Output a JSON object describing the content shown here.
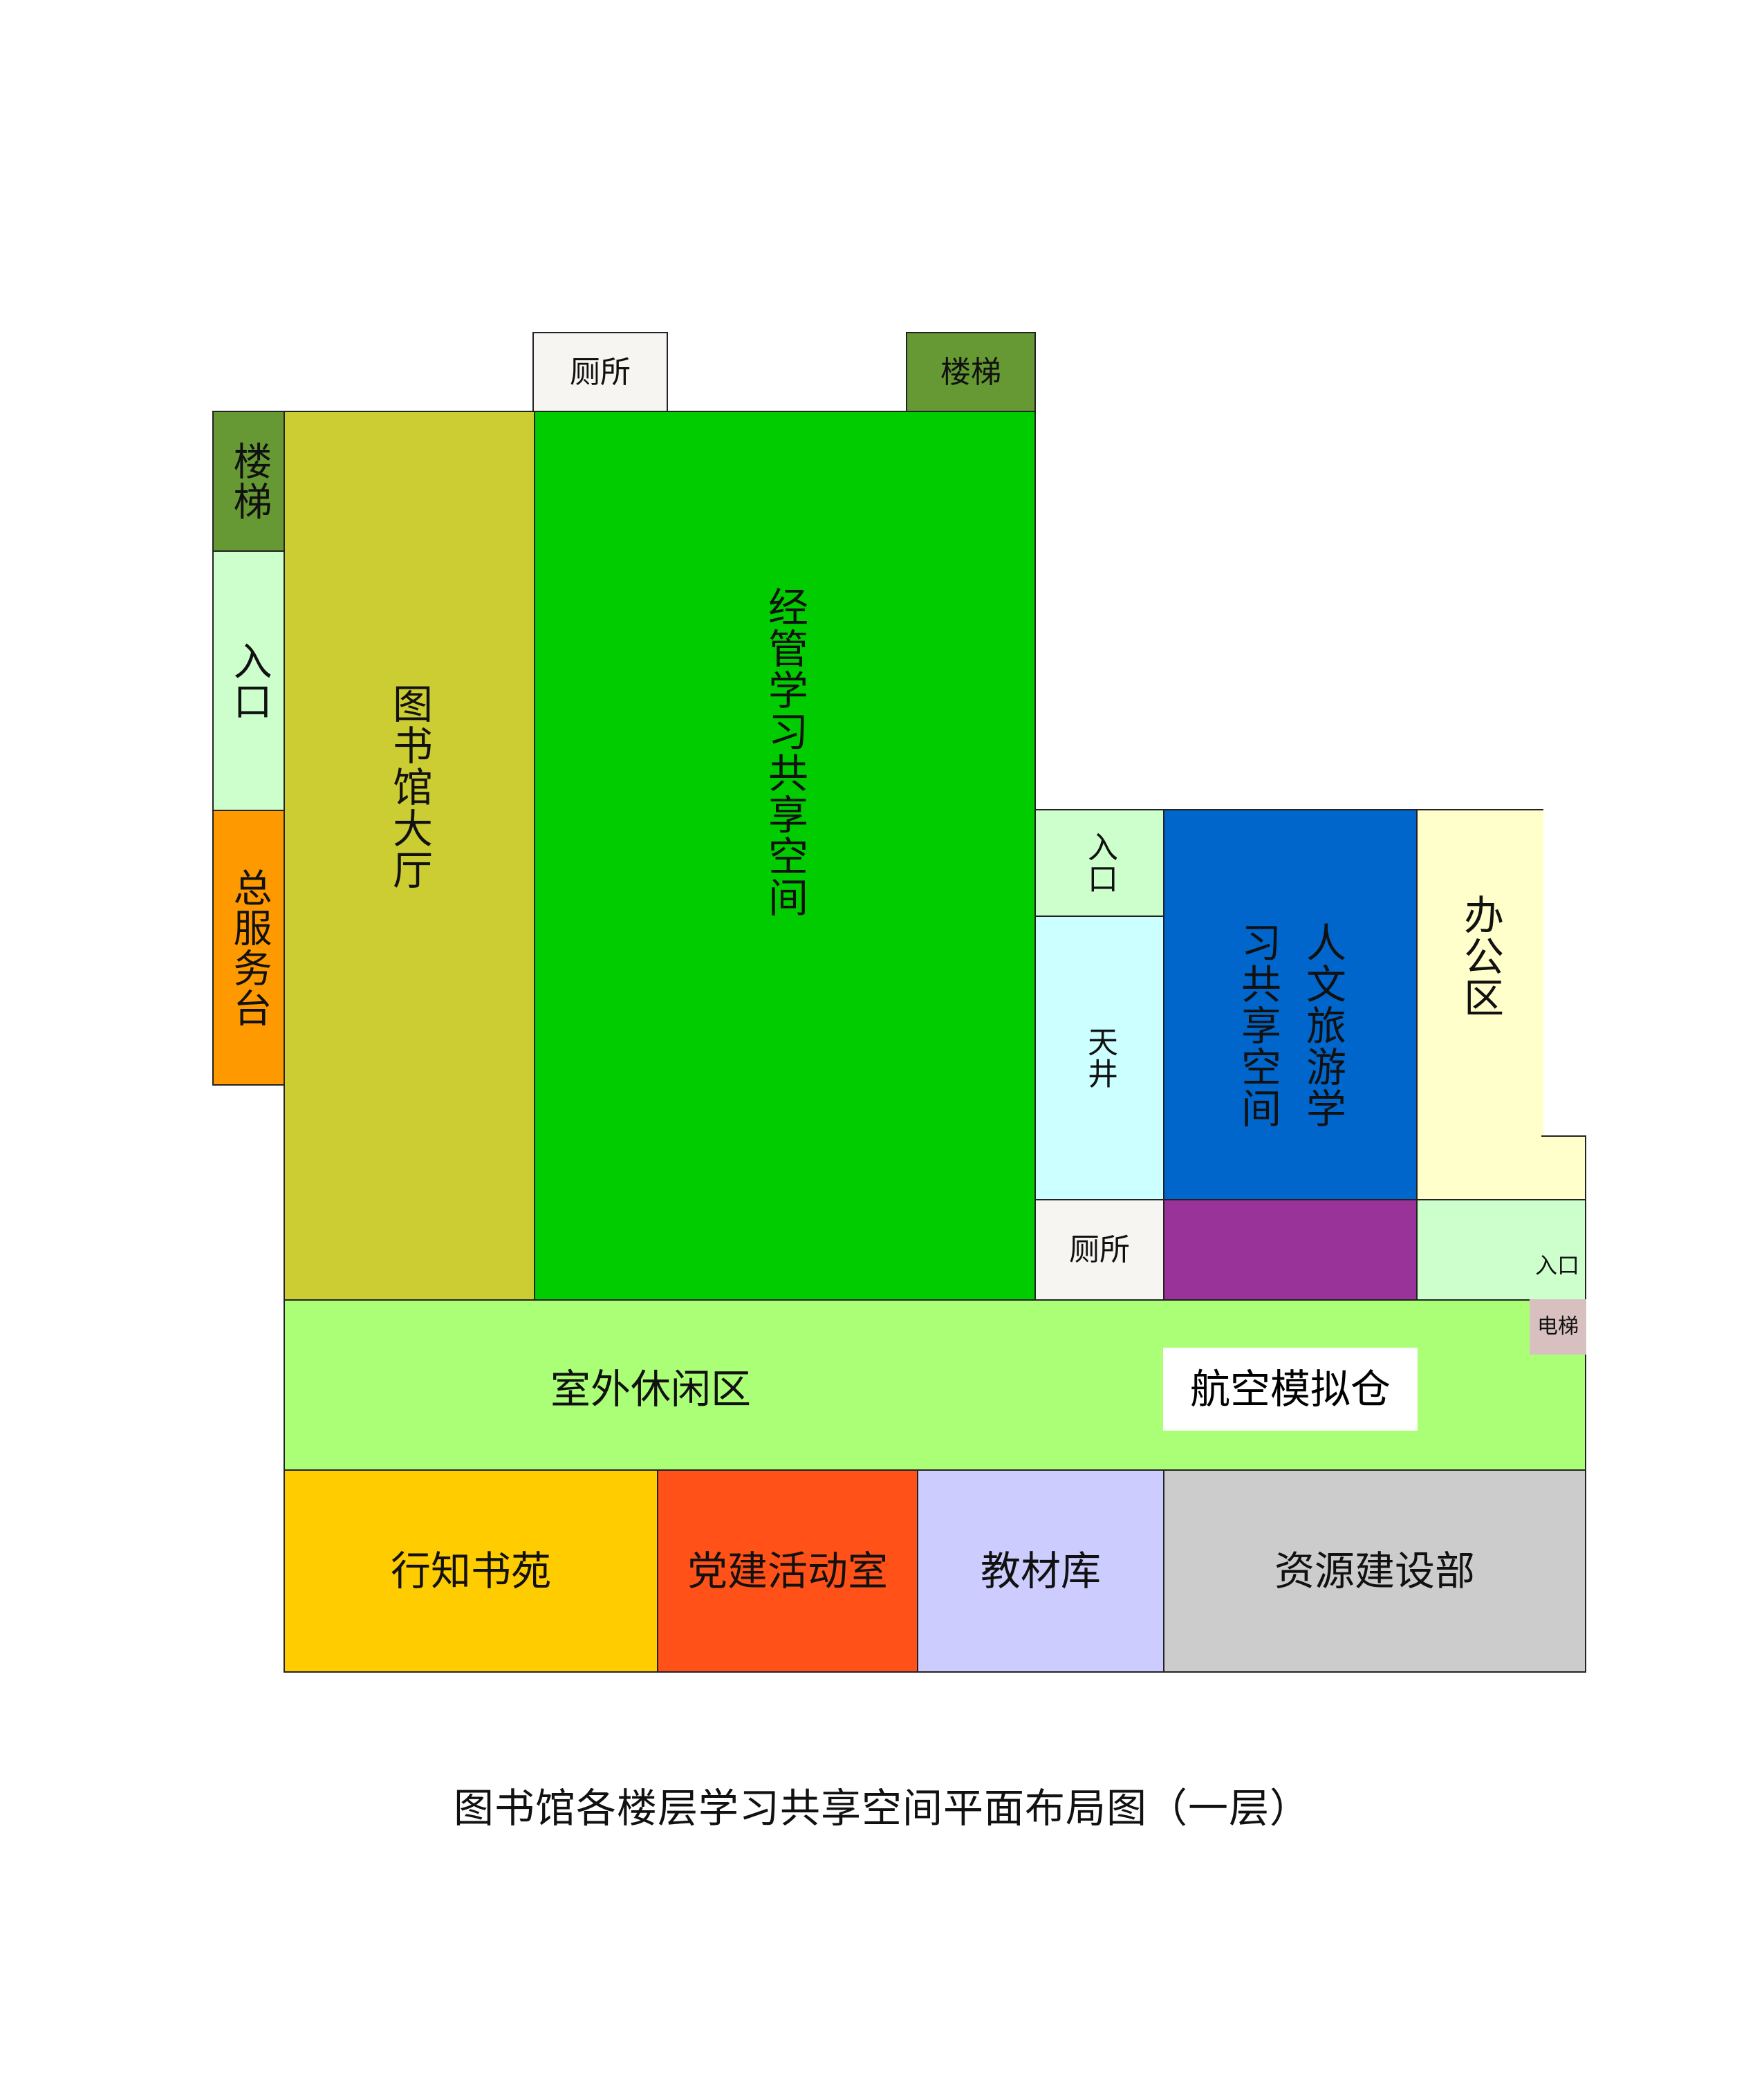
{
  "title": "图书馆各楼层学习共享空间平面布局图（一层）",
  "rooms": {
    "toilet_top": "厕所",
    "stairs_top": "楼梯",
    "stairs_left": "楼梯",
    "entrance_left": "入口",
    "service_desk": "总服务台",
    "library_hall": "图书馆大厅",
    "economics_space": "经管学习共享空间",
    "entrance_mid": "入口",
    "atrium": "天井",
    "toilet_mid": "厕所",
    "humanities_line1": "人文旅游学",
    "humanities_line2": "习共享空间",
    "office": "办公区",
    "entrance_right": "入口",
    "elevator": "电梯",
    "outdoor_leisure": "室外休闲区",
    "aviation_sim": "航空模拟仓",
    "xingzhi_book": "行知书苑",
    "party_room": "党建活动室",
    "textbook_store": "教材库",
    "resource_dept": "资源建设部"
  },
  "colors": {
    "stairs": "#669933",
    "toilet": "#f7f5f2",
    "entrance": "#ccffcc",
    "service_desk": "#ff9900",
    "library_hall": "#cccc33",
    "economics_space": "#00cc00",
    "atrium": "#ccffff",
    "humanities": "#0066cc",
    "purple_block": "#993399",
    "office": "#ffffcc",
    "elevator": "#d9c0c0",
    "outdoor_leisure": "#aaff77",
    "aviation_sim": "#ffffff",
    "xingzhi_book": "#ffcc00",
    "party_room": "#ff5118",
    "textbook_store": "#ccccff",
    "resource_dept": "#cccccc"
  }
}
